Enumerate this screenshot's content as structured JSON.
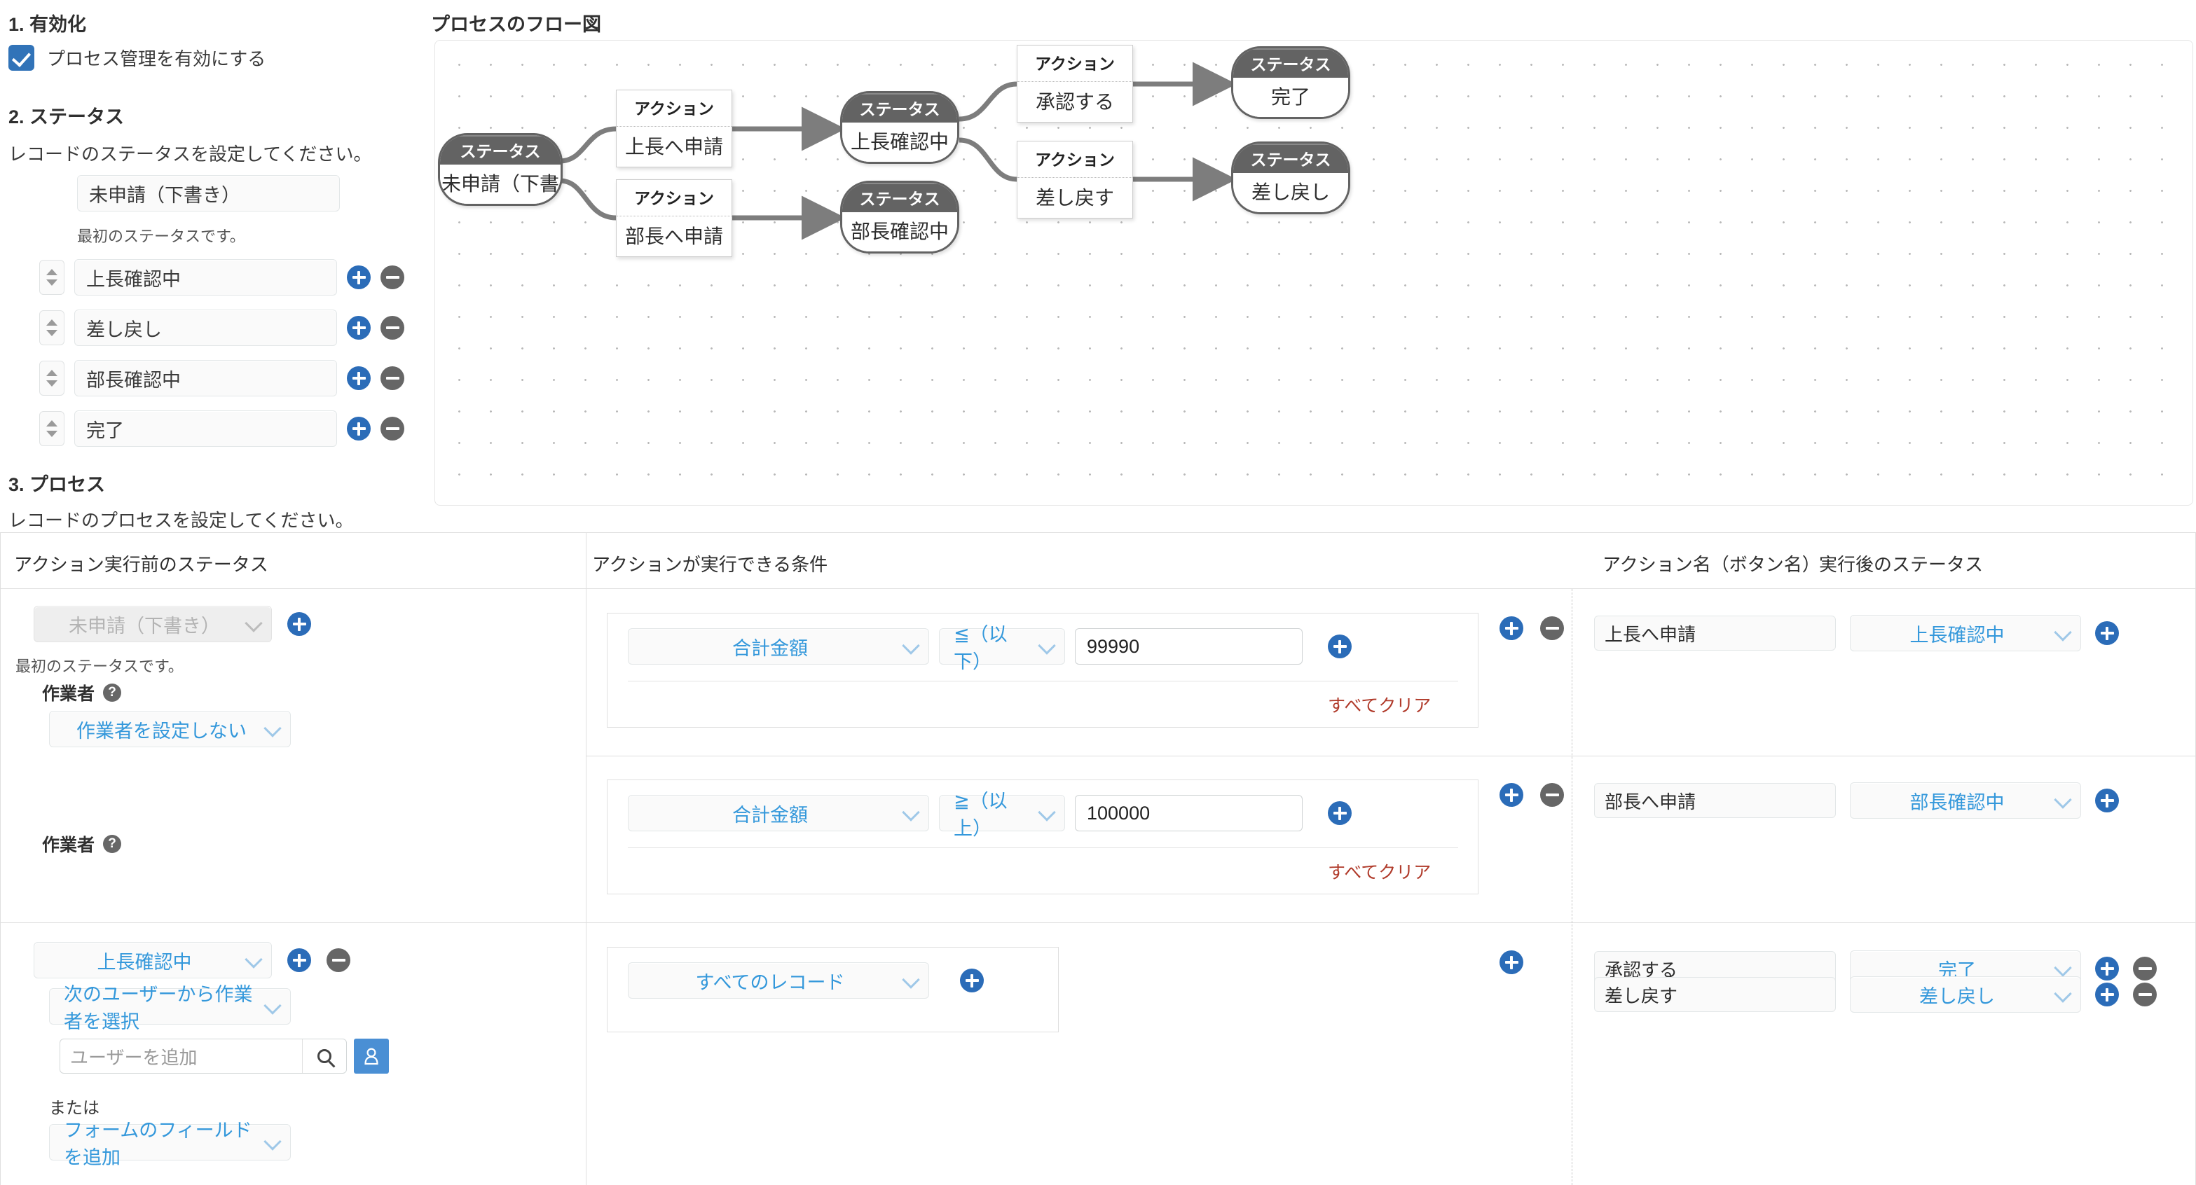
{
  "sections": {
    "s1_title": "1. 有効化",
    "s1_checkbox_label": "プロセス管理を有効にする",
    "s2_title": "2. ステータス",
    "s2_desc": "レコードのステータスを設定してください。",
    "s3_title": "3. プロセス",
    "s3_desc": "レコードのプロセスを設定してください。"
  },
  "statuses": {
    "first": "未申請（下書き）",
    "first_note": "最初のステータスです。",
    "list": [
      "上長確認中",
      "差し戻し",
      "部長確認中",
      "完了"
    ]
  },
  "flow": {
    "title": "プロセスのフロー図",
    "status_label": "ステータス",
    "action_label": "アクション",
    "nodes": {
      "n1": "未申請（下書き）",
      "a1": "上長へ申請",
      "a2": "部長へ申請",
      "n2": "上長確認中",
      "n3": "部長確認中",
      "a3": "承認する",
      "a4": "差し戻す",
      "n4": "完了",
      "n5": "差し戻し"
    }
  },
  "table": {
    "headers": {
      "c1": "アクション実行前のステータス",
      "c2": "アクションが実行できる条件",
      "c3": "アクション名（ボタン名）",
      "c4": "実行後のステータス"
    },
    "worker_label": "作業者",
    "help_glyph": "?",
    "clear_all": "すべてクリア",
    "or_label": "または",
    "row1": {
      "status": "未申請（下書き）",
      "status_note": "最初のステータスです。",
      "worker_value": "作業者を設定しない",
      "conditions": [
        {
          "field": "合計金額",
          "operator": "≦（以下）",
          "value": "99990"
        },
        {
          "field": "合計金額",
          "operator": "≧（以上）",
          "value": "100000"
        }
      ],
      "actions": [
        {
          "name": "上長へ申請",
          "next_status": "上長確認中"
        },
        {
          "name": "部長へ申請",
          "next_status": "部長確認中"
        }
      ]
    },
    "row2": {
      "status": "上長確認中",
      "worker_value": "次のユーザーから作業者を選択",
      "user_placeholder": "ユーザーを追加",
      "field_select": "フォームのフィールドを追加",
      "condition": {
        "field": "すべてのレコード"
      },
      "actions": [
        {
          "name": "承認する",
          "next_status": "完了"
        },
        {
          "name": "差し戻す",
          "next_status": "差し戻し"
        }
      ]
    }
  },
  "colors": {
    "accent_blue": "#2b6cb8",
    "link_blue": "#3498db",
    "checkbox_blue": "#3173b8",
    "minus_gray": "#666666",
    "clear_red": "#b03a2a",
    "node_header": "#636363"
  }
}
